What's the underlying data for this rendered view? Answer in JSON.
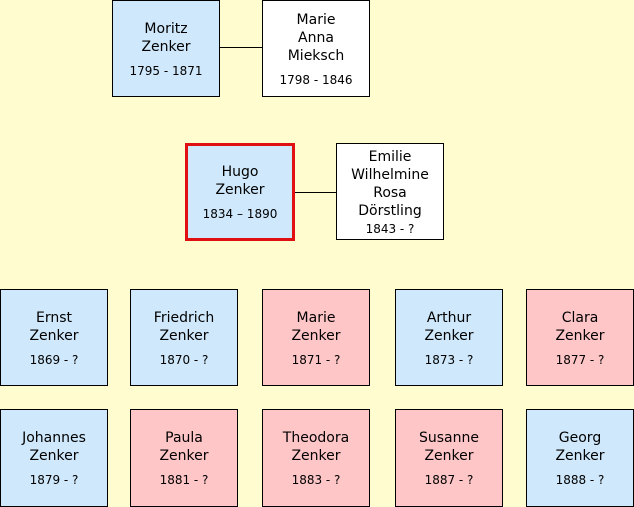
{
  "colors": {
    "background": "#fffdd0",
    "male": "#cfe8fb",
    "female": "#ffc6c8",
    "spouse": "#ffffff",
    "focus_border": "#e01010"
  },
  "parents": [
    {
      "name": "Moritz\nZenker",
      "dates": "1795 - 1871",
      "sex": "male"
    },
    {
      "name": "Marie\nAnna\nMieksch",
      "dates": "1798 - 1846",
      "sex": "neutral"
    }
  ],
  "focus": {
    "name": "Hugo\nZenker",
    "dates": "1834 – 1890",
    "sex": "male"
  },
  "spouse": {
    "name": "Emilie\nWilhelmine\nRosa\nDörstling",
    "dates": "1843 - ?",
    "sex": "neutral"
  },
  "children": [
    {
      "name": "Ernst\nZenker",
      "dates": "1869 - ?",
      "sex": "male"
    },
    {
      "name": "Friedrich\nZenker",
      "dates": "1870 - ?",
      "sex": "male"
    },
    {
      "name": "Marie\nZenker",
      "dates": "1871 - ?",
      "sex": "female"
    },
    {
      "name": "Arthur\nZenker",
      "dates": "1873 - ?",
      "sex": "male"
    },
    {
      "name": "Clara\nZenker",
      "dates": "1877 - ?",
      "sex": "female"
    },
    {
      "name": "Johannes\nZenker",
      "dates": "1879 - ?",
      "sex": "male"
    },
    {
      "name": "Paula\nZenker",
      "dates": "1881 - ?",
      "sex": "female"
    },
    {
      "name": "Theodora\nZenker",
      "dates": "1883 - ?",
      "sex": "female"
    },
    {
      "name": "Susanne\nZenker",
      "dates": "1887 - ?",
      "sex": "female"
    },
    {
      "name": "Georg\nZenker",
      "dates": "1888 - ?",
      "sex": "male"
    }
  ]
}
